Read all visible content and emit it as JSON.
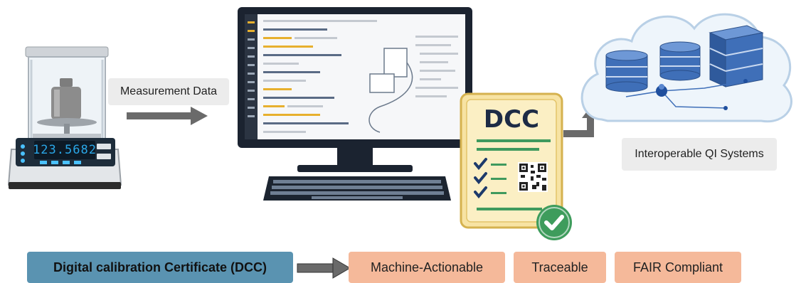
{
  "scale": {
    "display_value": "123.5682",
    "label": "Measurement Data"
  },
  "certificate": {
    "title": "DCC"
  },
  "cloud": {
    "label": "Interoperable QI Systems"
  },
  "bottom": {
    "dcc_label": "Digital calibration Certificate (DCC)",
    "properties": [
      "Machine-Actionable",
      "Traceable",
      "FAIR Compliant"
    ]
  },
  "colors": {
    "arrow": "#6a6a6a",
    "pill": "#f5b99a",
    "dcc_box": "#5a93b1",
    "check_badge": "#3e9c5c",
    "database": "#3f6fb8"
  },
  "icons": [
    "precision-balance-icon",
    "computer-monitor-icon",
    "keyboard-icon",
    "certificate-icon",
    "qr-code-icon",
    "checkmark-badge-icon",
    "cloud-icon",
    "database-icon",
    "user-node-icon"
  ]
}
